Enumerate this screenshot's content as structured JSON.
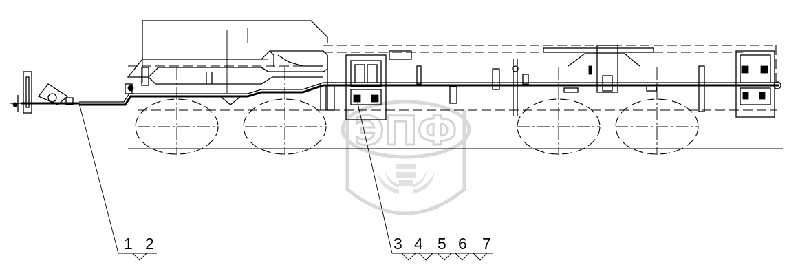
{
  "callouts": {
    "group_a": {
      "labels": [
        "1",
        "2"
      ]
    },
    "group_b": {
      "labels": [
        "3",
        "4",
        "5",
        "6",
        "7"
      ]
    }
  },
  "watermark": {
    "text": "ЭПФ",
    "color": "#d4d4d4"
  },
  "colors": {
    "ink": "#000000",
    "background": "#ffffff"
  }
}
